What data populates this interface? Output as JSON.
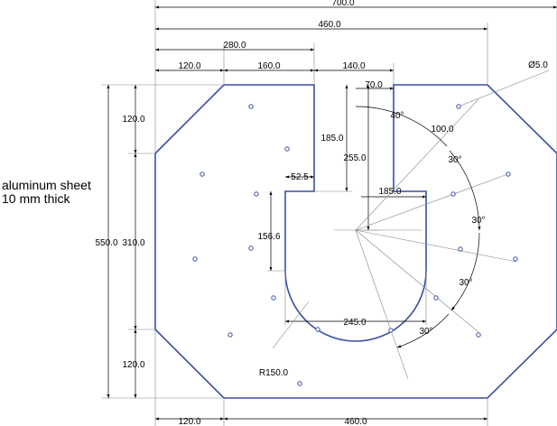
{
  "note": {
    "line1": "aluminum sheet",
    "line2": "10 mm thick"
  },
  "dimensions": {
    "overall_width": "700.0",
    "top_right_span": "460.0",
    "top_left_span": "280.0",
    "chamfer_top_left": "120.0",
    "tab_width": "160.0",
    "slot_width": "140.0",
    "right_tab_offset": "70.0",
    "hole_diameter": "Ø5.0",
    "radial_spacing": "100.0",
    "angle_top": "40°",
    "angle_1": "30°",
    "angle_2": "30°",
    "angle_3": "30°",
    "angle_4": "30°",
    "left_top_chamfer": "120.0",
    "slot_depth": "185.0",
    "step_width": "52.5",
    "center_height": "255.0",
    "inner_width": "185.0",
    "overall_height": "550.0",
    "middle_height": "310.0",
    "step_height": "156.6",
    "cutout_width": "245.0",
    "left_bottom_chamfer": "120.0",
    "arc_radius": "R150.0",
    "bottom_left_chamfer": "120.0",
    "bottom_span": "460.0"
  },
  "colors": {
    "outline": "#3b4fa0",
    "dimension": "#000000",
    "hole": "#3b4fa0"
  }
}
